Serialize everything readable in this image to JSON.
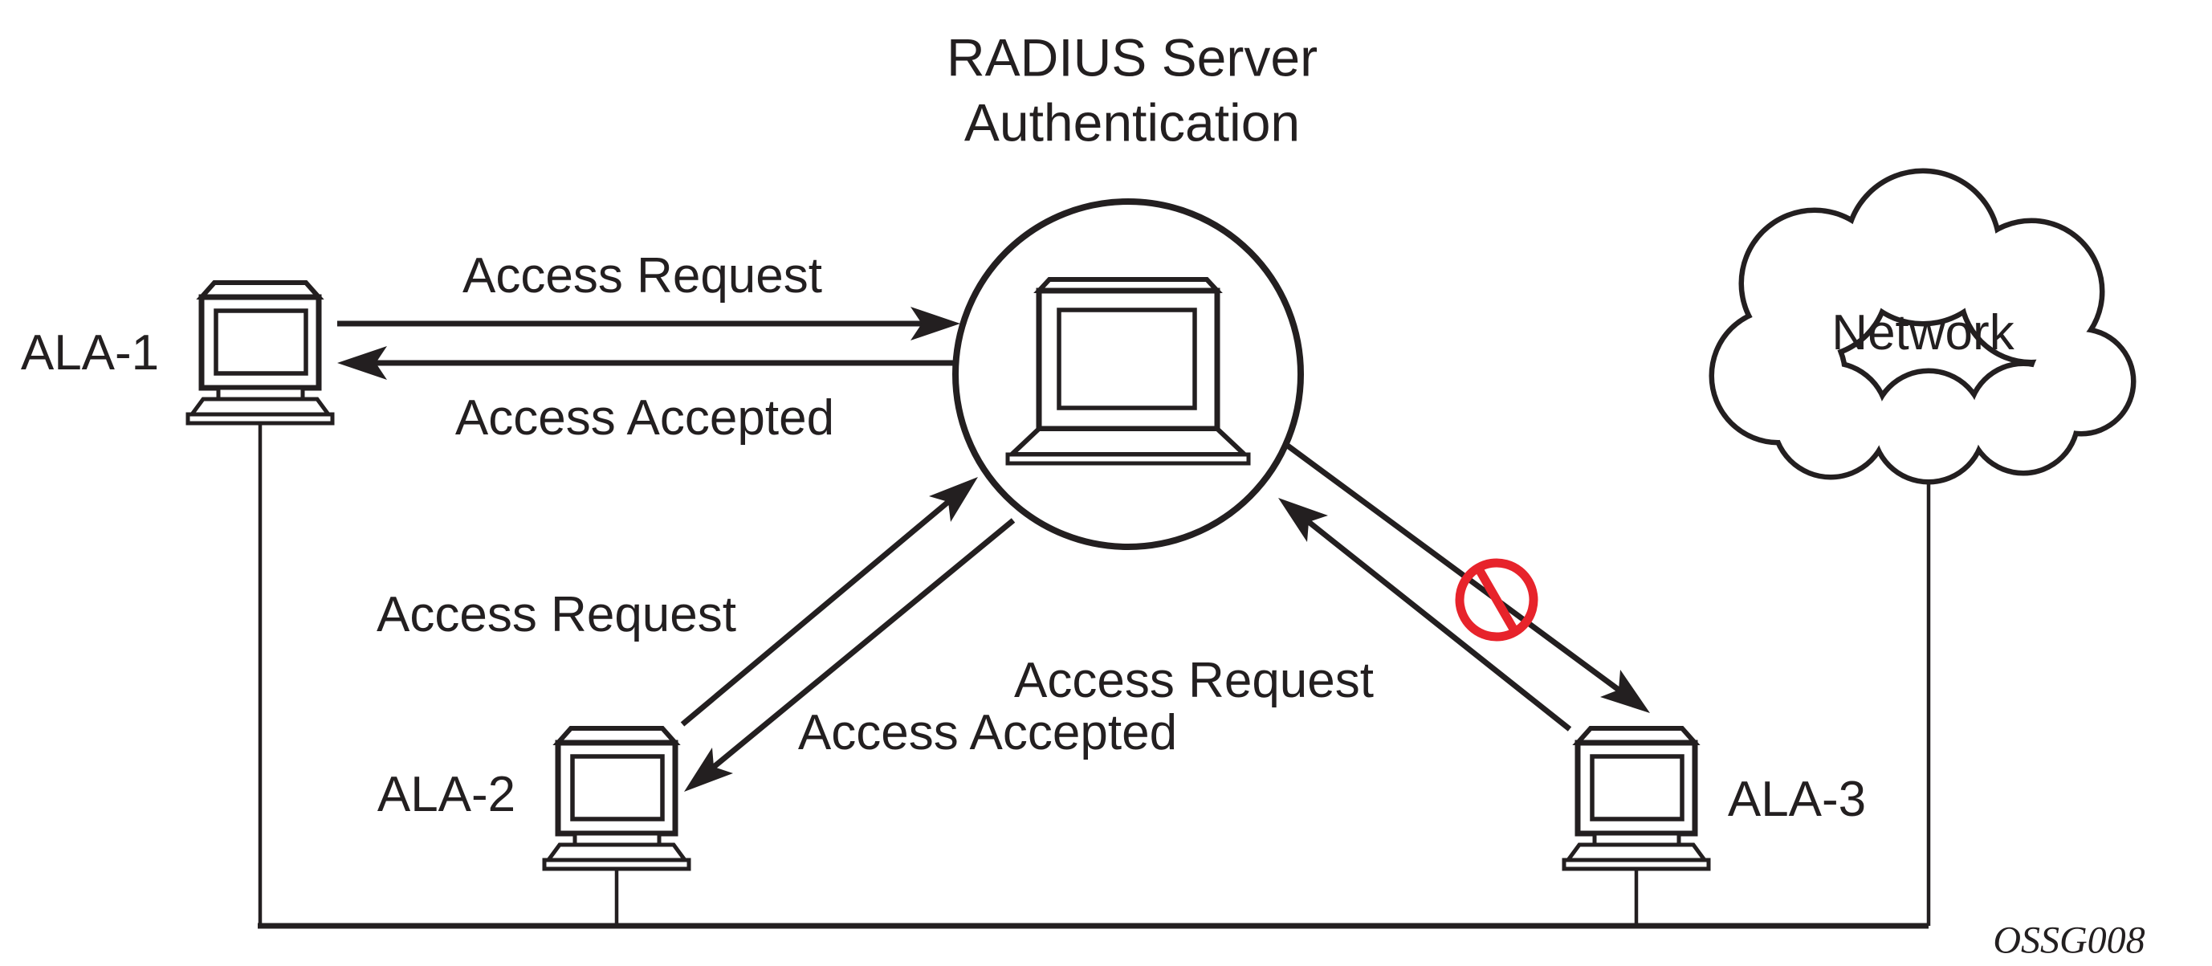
{
  "diagram": {
    "title": {
      "line1": "RADIUS Server",
      "line2": "Authentication"
    },
    "nodes": {
      "ala1": {
        "label": "ALA-1",
        "type": "router-desktop"
      },
      "ala2": {
        "label": "ALA-2",
        "type": "router-desktop"
      },
      "ala3": {
        "label": "ALA-3",
        "type": "router-desktop"
      },
      "server": {
        "label": "RADIUS Server Authentication",
        "type": "laptop-in-circle"
      },
      "network": {
        "label": "Network",
        "type": "cloud"
      }
    },
    "edges": {
      "ala1_request": {
        "label": "Access Request",
        "from": "ALA-1",
        "to": "RADIUS Server"
      },
      "ala1_accepted": {
        "label": "Access Accepted",
        "from": "RADIUS Server",
        "to": "ALA-1"
      },
      "ala2_request": {
        "label": "Access Request",
        "from": "ALA-2",
        "to": "RADIUS Server"
      },
      "ala2_accepted": {
        "label": "Access Accepted",
        "from": "RADIUS Server",
        "to": "ALA-2"
      },
      "ala3_request": {
        "label": "Access Request",
        "from": "RADIUS Server",
        "to": "ALA-3",
        "status": "denied"
      }
    },
    "figure_id": "OSSG008",
    "colors": {
      "line": "#231f20",
      "denied": "#e7232b",
      "background": "#ffffff"
    }
  }
}
